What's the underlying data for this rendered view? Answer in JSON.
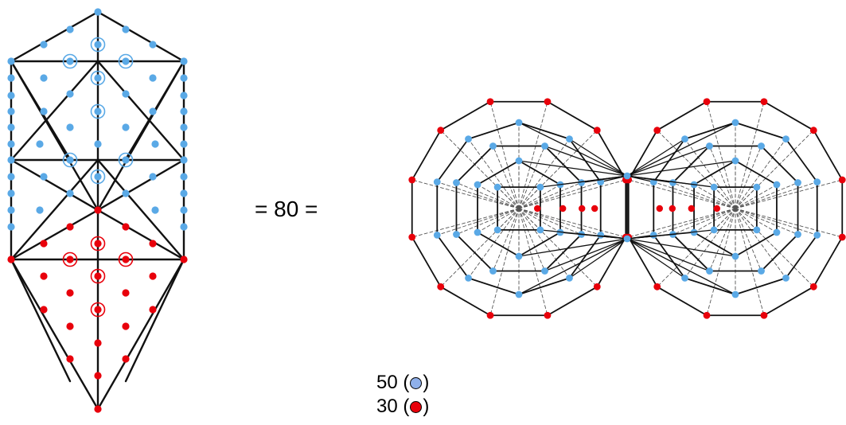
{
  "equation": "= 80 =",
  "legend": [
    {
      "count": "50",
      "color": "#8fb0ea"
    },
    {
      "count": "30",
      "color": "#e8000b"
    }
  ],
  "colors": {
    "blue": "#5aa9e6",
    "red": "#e8000b",
    "line": "#111111"
  },
  "icons": [
    "tree-of-life-diagram",
    "double-polygon-diagram"
  ]
}
